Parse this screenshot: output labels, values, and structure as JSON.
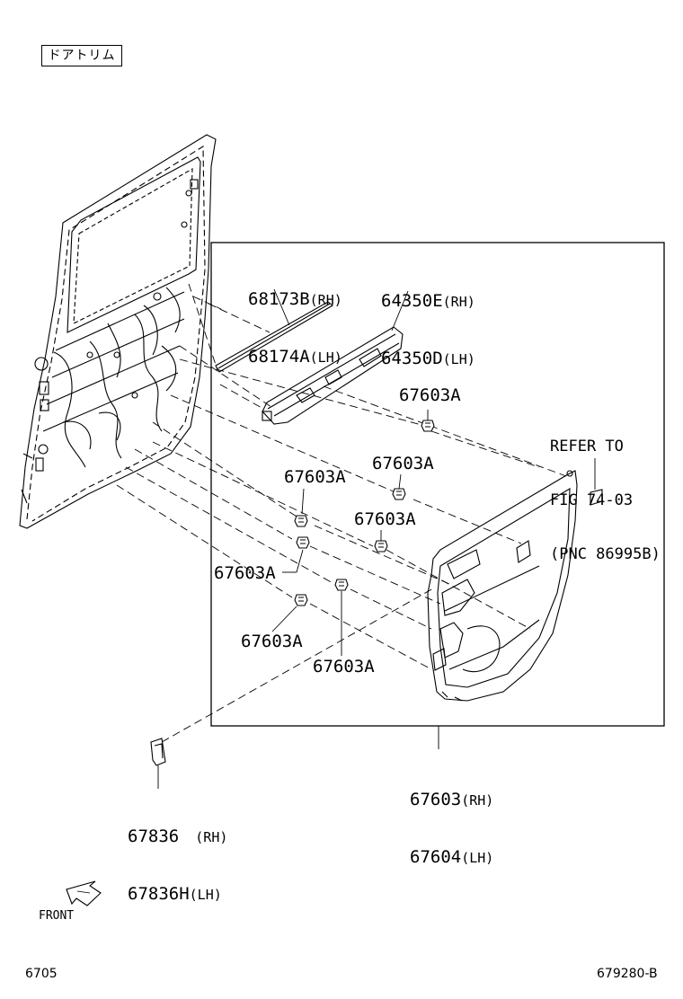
{
  "header": {
    "section_label": "ドアトリム"
  },
  "parts": {
    "weatherstrip": {
      "rh_no": "68173B",
      "rh_side": "(RH)",
      "lh_no": "68174A",
      "lh_side": "(LH)"
    },
    "armrest_base": {
      "rh_no": "64350E",
      "rh_side": "(RH)",
      "lh_no": "64350D",
      "lh_side": "(LH)"
    },
    "clip_label": "67603A",
    "refer": {
      "line1": "REFER TO",
      "line2": "FIG 74-03",
      "line3": "(PNC 86995B)"
    },
    "trim_panel": {
      "rh_no": "67603",
      "rh_side": "(RH)",
      "lh_no": "67604",
      "lh_side": "(LH)"
    },
    "lower_cover": {
      "rh_no": "67836",
      "rh_side": "(RH)",
      "lh_no": "67836H",
      "lh_side": "(LH)"
    }
  },
  "direction": {
    "label": "FRONT"
  },
  "footer": {
    "page_code": "6705",
    "figure_code": "679280-B"
  },
  "icons": {
    "front_arrow": "front-arrow-icon"
  }
}
